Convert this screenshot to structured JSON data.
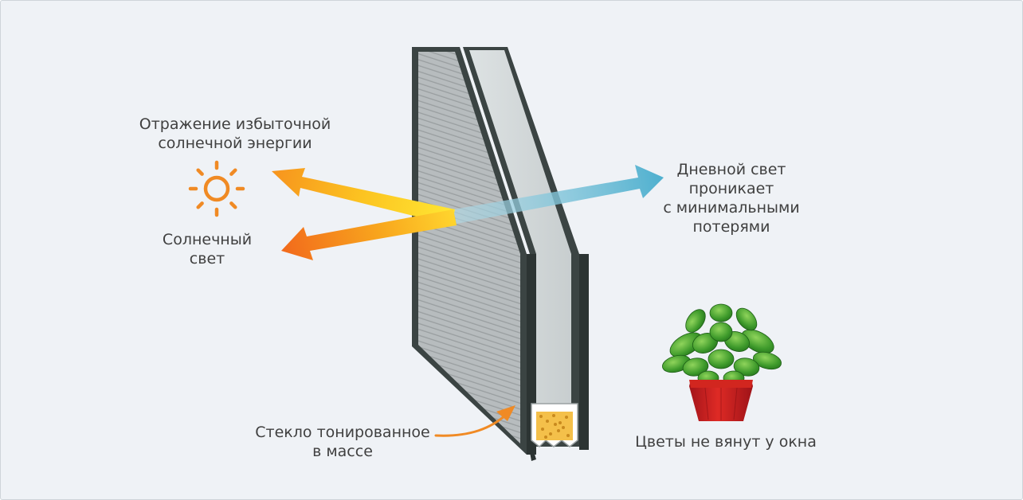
{
  "labels": {
    "reflection": [
      "Отражение избыточной",
      "солнечной энергии"
    ],
    "sunlight": [
      "Солнечный",
      "свет"
    ],
    "daylight": [
      "Дневной свет",
      "проникает",
      "с минимальными",
      "потерями"
    ],
    "glass": [
      "Стекло тонированное",
      "в массе"
    ],
    "flowers": "Цветы не вянут у окна"
  },
  "icons": {
    "sun": "sun-icon",
    "plant": "potted-plant-icon",
    "window": "double-glazed-window-icon"
  },
  "colors": {
    "background": "#eff2f6",
    "text": "#404040",
    "sun": "#f08a24",
    "reflection_arrow": "#f7a21b",
    "transmitted_arrow": "#5cb4cf",
    "frame": "#3b4443",
    "pot": "#c8201f",
    "leaf": "#3f9a2c"
  }
}
